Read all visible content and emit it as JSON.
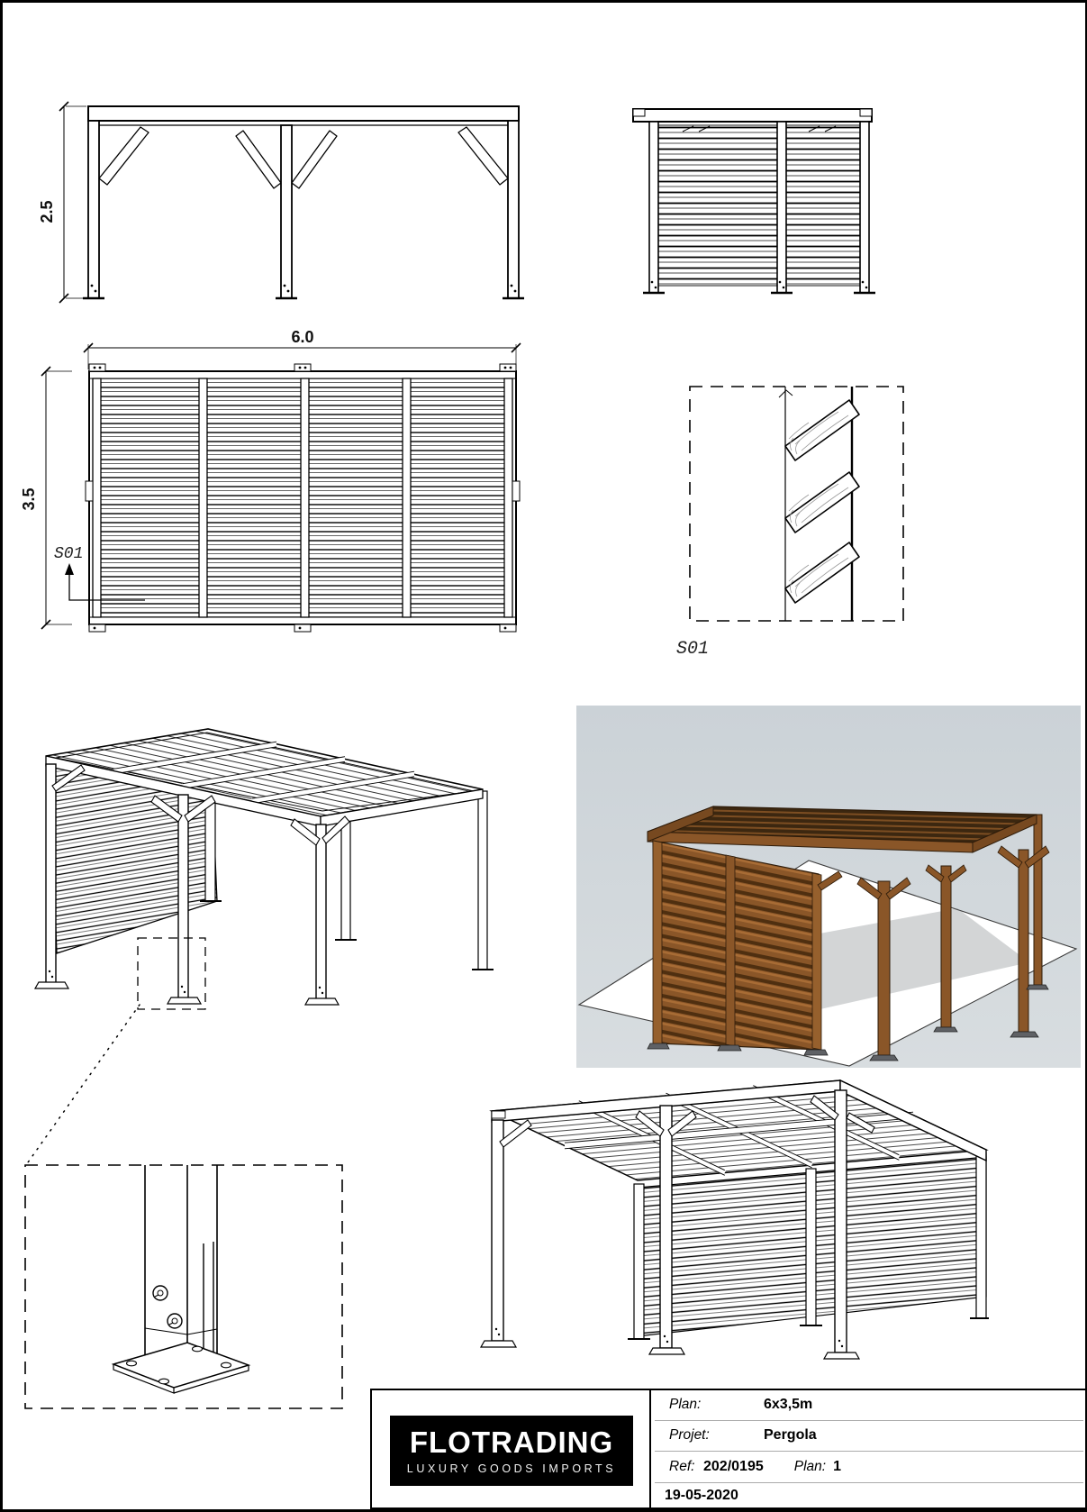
{
  "sheet": {
    "type": "pergola technical drawing",
    "dims": {
      "height_m": "2.5",
      "width_m": "6.0",
      "depth_m": "3.5"
    },
    "section": {
      "marker": "S01",
      "detail_label": "S01"
    },
    "render_colors": {
      "sky": "#cfd6da",
      "wood": "#8a5628",
      "wood_dark": "#4f2f10",
      "ground": "#ffffff"
    },
    "title_block": {
      "logo": {
        "title": "FLOTRADING",
        "subtitle": "LUXURY GOODS IMPORTS"
      },
      "rows": [
        {
          "label": "Plan:",
          "value": "6x3,5m"
        },
        {
          "label": "Projet:",
          "value": "Pergola"
        },
        {
          "label": "Ref:",
          "value": "202/0195",
          "label2": "Plan:",
          "value2": "1"
        },
        {
          "label": "",
          "value": "19-05-2020"
        }
      ]
    }
  }
}
